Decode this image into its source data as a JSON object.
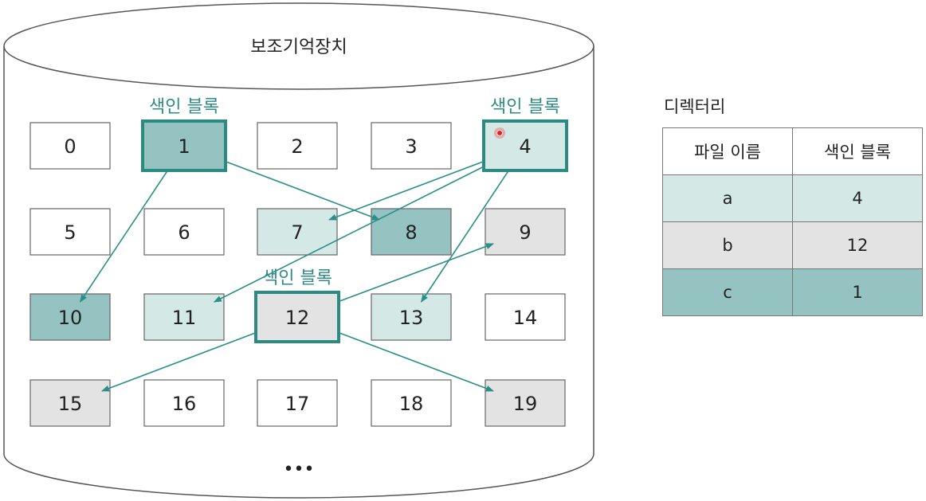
{
  "storage": {
    "title": "보조기억장치",
    "ellipsis": "•••",
    "index_label": "색인 블록"
  },
  "colors": {
    "teal_dark": "#94c3c1",
    "teal_light": "#d4e9e6",
    "gray": "#e3e3e3",
    "white": "#ffffff",
    "border_teal": "#2b8a82",
    "arrow": "#2b8f88"
  },
  "blocks": [
    {
      "id": 0,
      "label": "0",
      "fill": "white"
    },
    {
      "id": 1,
      "label": "1",
      "fill": "teal_dark",
      "index": true
    },
    {
      "id": 2,
      "label": "2",
      "fill": "white"
    },
    {
      "id": 3,
      "label": "3",
      "fill": "white"
    },
    {
      "id": 4,
      "label": "4",
      "fill": "teal_light",
      "index": true
    },
    {
      "id": 5,
      "label": "5",
      "fill": "white"
    },
    {
      "id": 6,
      "label": "6",
      "fill": "white"
    },
    {
      "id": 7,
      "label": "7",
      "fill": "teal_light"
    },
    {
      "id": 8,
      "label": "8",
      "fill": "teal_dark"
    },
    {
      "id": 9,
      "label": "9",
      "fill": "gray"
    },
    {
      "id": 10,
      "label": "10",
      "fill": "teal_dark"
    },
    {
      "id": 11,
      "label": "11",
      "fill": "teal_light"
    },
    {
      "id": 12,
      "label": "12",
      "fill": "gray",
      "index": true
    },
    {
      "id": 13,
      "label": "13",
      "fill": "teal_light"
    },
    {
      "id": 14,
      "label": "14",
      "fill": "white"
    },
    {
      "id": 15,
      "label": "15",
      "fill": "gray"
    },
    {
      "id": 16,
      "label": "16",
      "fill": "white"
    },
    {
      "id": 17,
      "label": "17",
      "fill": "white"
    },
    {
      "id": 18,
      "label": "18",
      "fill": "white"
    },
    {
      "id": 19,
      "label": "19",
      "fill": "gray"
    }
  ],
  "links": [
    {
      "from": 1,
      "to": [
        8,
        10
      ]
    },
    {
      "from": 4,
      "to": [
        7,
        11,
        13
      ]
    },
    {
      "from": 12,
      "to": [
        9,
        15,
        19
      ]
    }
  ],
  "directory": {
    "title": "디렉터리",
    "headers": [
      "파일 이름",
      "색인 블록"
    ],
    "rows": [
      {
        "name": "a",
        "block": "4",
        "fill": "teal_light"
      },
      {
        "name": "b",
        "block": "12",
        "fill": "gray"
      },
      {
        "name": "c",
        "block": "1",
        "fill": "teal_dark"
      }
    ]
  }
}
